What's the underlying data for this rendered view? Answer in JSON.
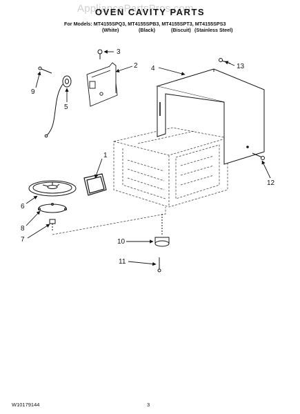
{
  "watermark": "AppliancePartsPros.com",
  "title": "OVEN CAVITY PARTS",
  "models_line": "For Models: MT4155SPQ3, MT4155SPB3, MT4155SPT3, MT4155SPS3",
  "variants": [
    "(White)",
    "(Black)",
    "(Biscuit)",
    "(Stainless Steel)"
  ],
  "callouts": [
    "1",
    "2",
    "3",
    "4",
    "5",
    "6",
    "7",
    "8",
    "9",
    "10",
    "11",
    "12",
    "13"
  ],
  "footer": {
    "doc_number": "W10179144",
    "page_number": "3"
  }
}
